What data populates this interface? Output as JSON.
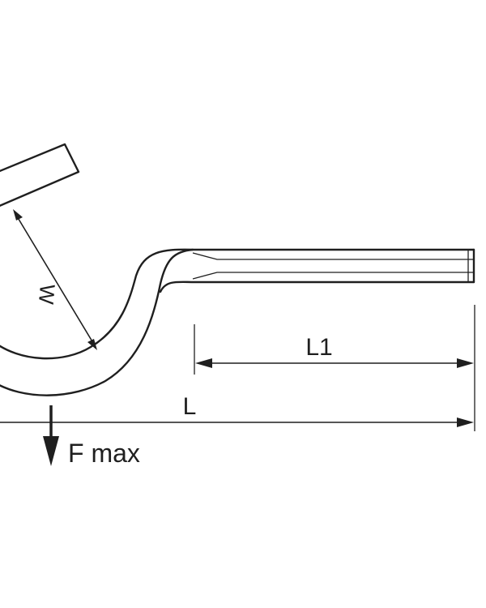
{
  "labels": {
    "w": "W",
    "l1": "L1",
    "l": "L",
    "fmax": "F max"
  },
  "colors": {
    "line": "#1f1f1f",
    "background": "#ffffff"
  }
}
